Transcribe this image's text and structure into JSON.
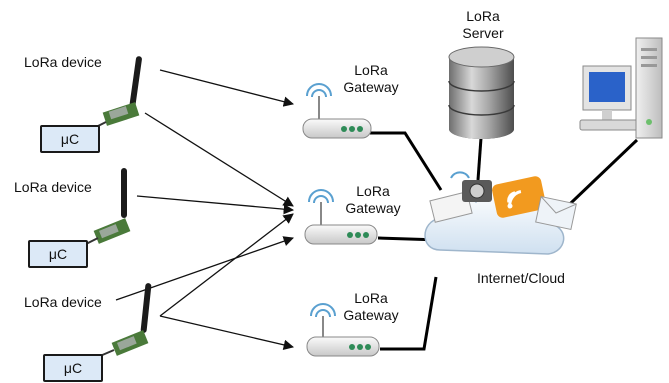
{
  "devices": [
    {
      "label": "LoRa device",
      "uc_label": "μC"
    },
    {
      "label": "LoRa device",
      "uc_label": "μC"
    },
    {
      "label": "LoRa device",
      "uc_label": "μC"
    }
  ],
  "gateways": [
    {
      "label_line1": "LoRa",
      "label_line2": "Gateway"
    },
    {
      "label_line1": "LoRa",
      "label_line2": "Gateway"
    },
    {
      "label_line1": "LoRa",
      "label_line2": "Gateway"
    }
  ],
  "server": {
    "label_line1": "LoRa",
    "label_line2": "Server"
  },
  "cloud": {
    "label": "Internet/Cloud"
  },
  "colors": {
    "uc_fill": "#dce9f7",
    "board_green": "#4a7a3a",
    "wifi_blue": "#5aa0d0",
    "led_green": "#2e8b57",
    "rss_orange": "#f29a1f"
  }
}
